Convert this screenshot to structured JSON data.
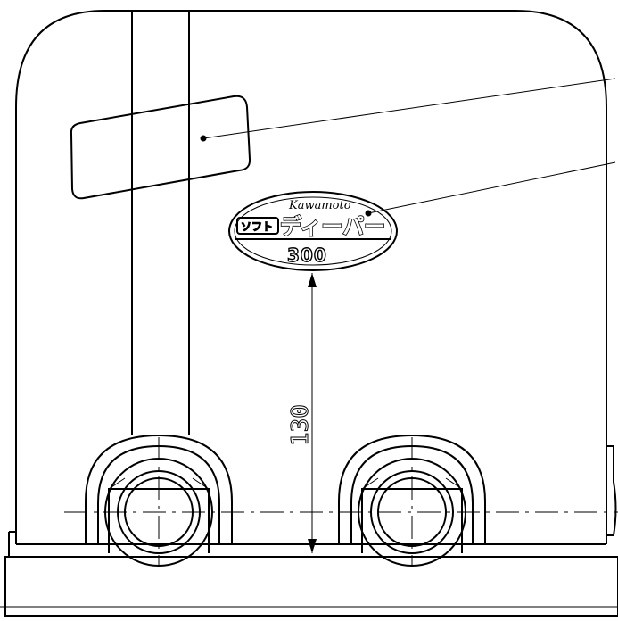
{
  "dimension": {
    "value": "130"
  },
  "nameplate": {
    "script": "Kawamoto",
    "prefix": "ソフト",
    "product": "ディーパー",
    "model": "300"
  },
  "colors": {
    "line": "#000000",
    "background": "#ffffff"
  }
}
